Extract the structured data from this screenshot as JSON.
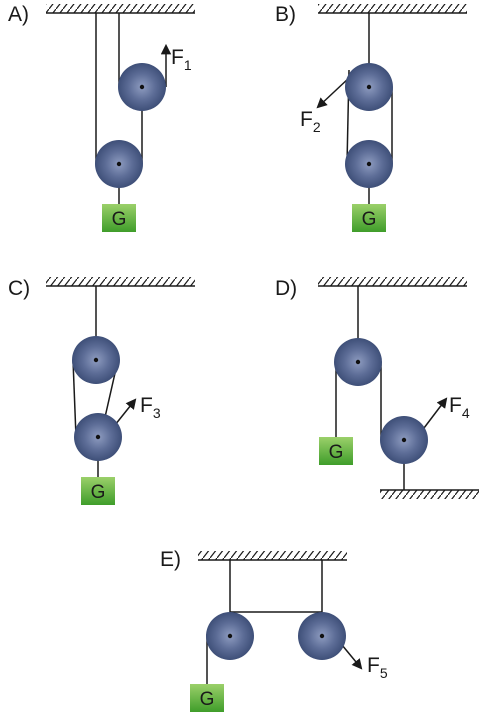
{
  "panels": [
    {
      "id": "A",
      "label": "A)",
      "force": "F",
      "force_sub": "1",
      "weight": "G"
    },
    {
      "id": "B",
      "label": "B)",
      "force": "F",
      "force_sub": "2",
      "weight": "G"
    },
    {
      "id": "C",
      "label": "C)",
      "force": "F",
      "force_sub": "3",
      "weight": "G"
    },
    {
      "id": "D",
      "label": "D)",
      "force": "F",
      "force_sub": "4",
      "weight": "G"
    },
    {
      "id": "E",
      "label": "E)",
      "force": "F",
      "force_sub": "5",
      "weight": "G"
    }
  ],
  "colors": {
    "pulley_outer": "#3e4f78",
    "pulley_inner": "#8e9cc0",
    "weight_top": "#9bd06a",
    "weight_bottom": "#3f9d2a",
    "line": "#1a1a1a"
  }
}
